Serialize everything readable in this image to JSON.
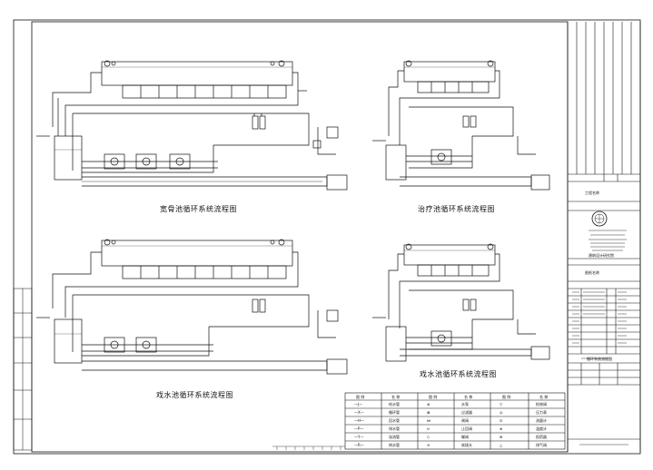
{
  "captions": {
    "top_left": "宽骨池循环系统流程图",
    "top_right": "治疗池循环系统流程图",
    "bottom_left": "戏水池循环系统流程图",
    "bottom_right": "戏水池循环系统流程图"
  },
  "title_block": {
    "institute_name": "建筑设计研究院",
    "project_label": "工程名称",
    "drawing_label": "图纸名称",
    "drawing_name": "循环系统流程图"
  },
  "legend": {
    "header_symbol": "图 例",
    "header_name": "名 称",
    "rows": [
      {
        "sym_a": "—J—",
        "name_a": "给水管",
        "sym_b": "⊗",
        "name_b": "水泵",
        "sym_c": "▽",
        "name_c": "检修阀"
      },
      {
        "sym_a": "—X—",
        "name_a": "循环管",
        "sym_b": "⊠",
        "name_b": "过滤器",
        "sym_c": "◎",
        "name_c": "压力表"
      },
      {
        "sym_a": "—H—",
        "name_a": "回水管",
        "sym_b": "⋈",
        "name_b": "闸阀",
        "sym_c": "⊡",
        "name_c": "流量计"
      },
      {
        "sym_a": "—P—",
        "name_a": "排水管",
        "sym_b": "⊳",
        "name_b": "止回阀",
        "sym_c": "⊕",
        "name_c": "温度计"
      },
      {
        "sym_a": "—Y—",
        "name_a": "溢流管",
        "sym_b": "◇",
        "name_b": "蝶阀",
        "sym_c": "⊞",
        "name_c": "投药器"
      },
      {
        "sym_a": "—R—",
        "name_a": "热水管",
        "sym_b": "⊖",
        "name_b": "软接头",
        "sym_c": "△",
        "name_c": "排气阀"
      }
    ]
  }
}
